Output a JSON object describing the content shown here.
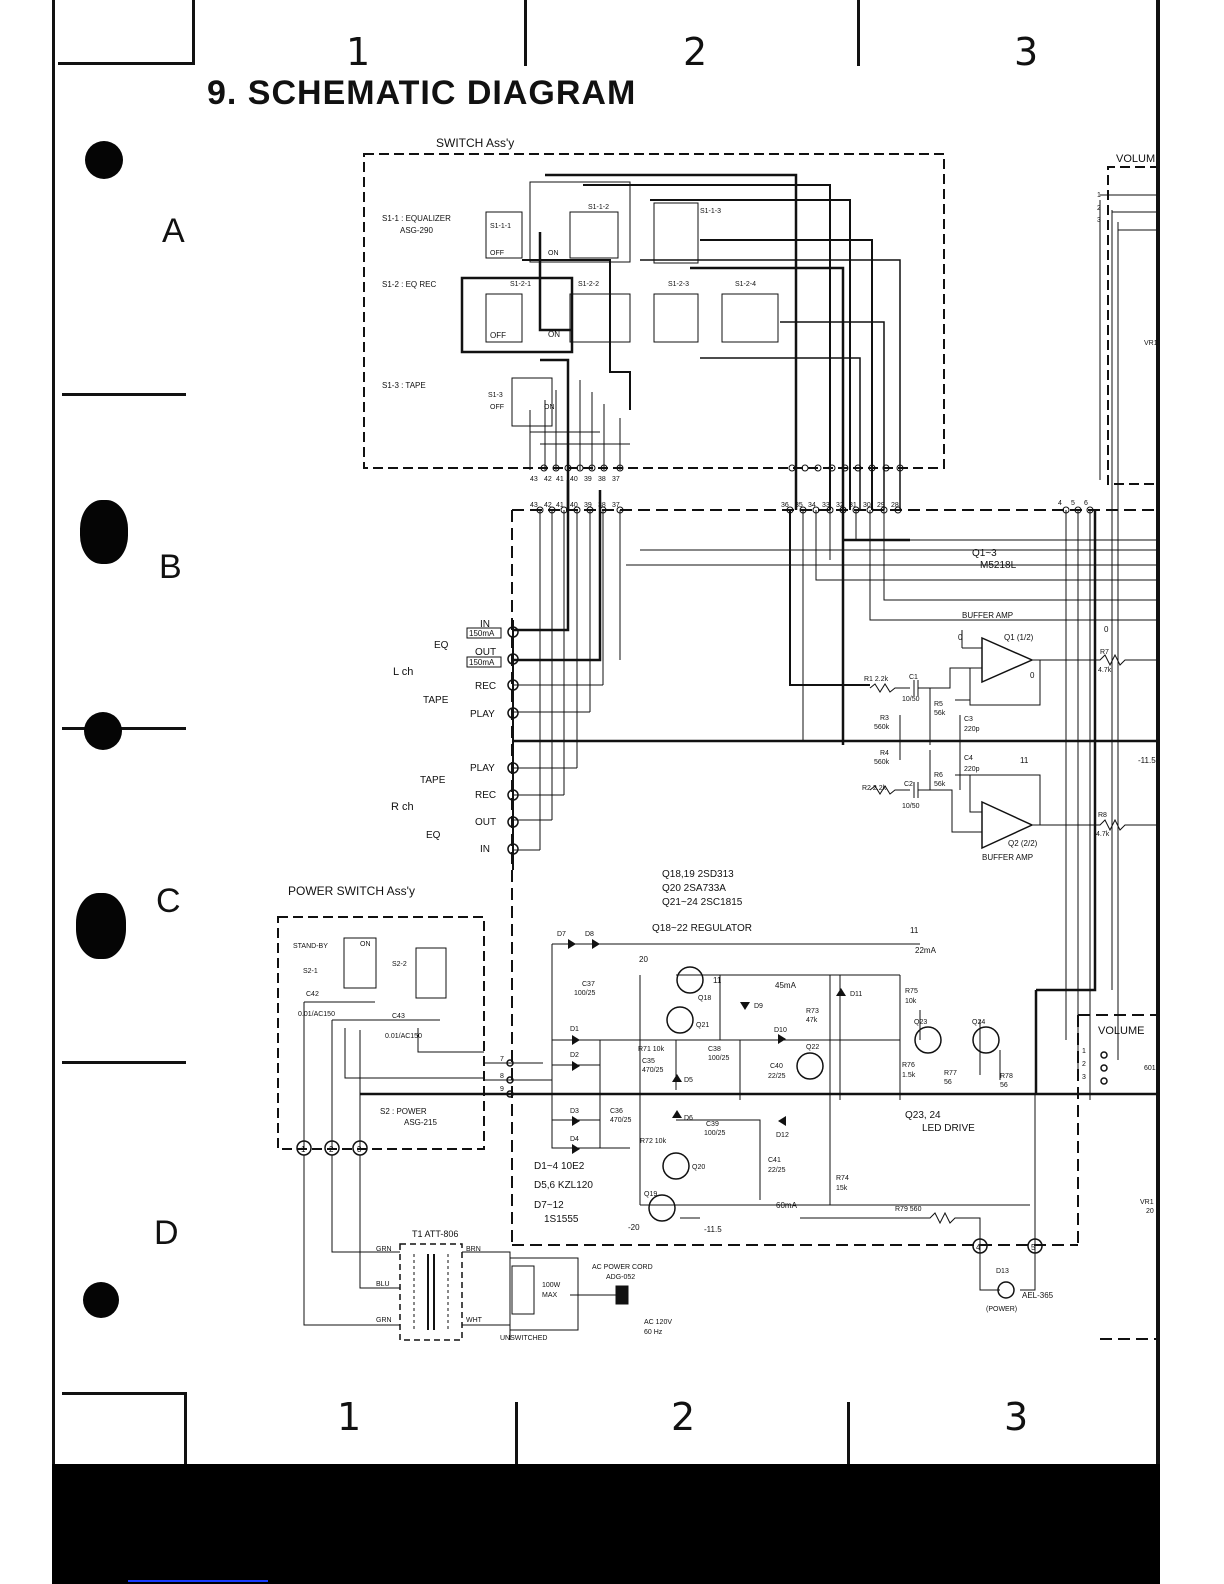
{
  "title": "9. SCHEMATIC DIAGRAM",
  "grid": {
    "columns_top": [
      "1",
      "2",
      "3"
    ],
    "columns_bottom": [
      "1",
      "2",
      "3"
    ],
    "rows": [
      "A",
      "B",
      "C",
      "D"
    ]
  },
  "switch_assy": {
    "label": "SWITCH Ass'y",
    "s1_1": "S1-1 : EQUALIZER",
    "s1_1_part": "ASG-290",
    "s1_2": "S1-2 : EQ REC",
    "s1_3": "S1-3 : TAPE",
    "sub_switches": [
      "S1-1-1",
      "S1-1-2",
      "S1-1-3",
      "S1-2-1",
      "S1-2-2",
      "S1-2-3",
      "S1-2-4",
      "S1-3"
    ],
    "off": "OFF",
    "on": "ON"
  },
  "connector_pins_left": [
    "43",
    "42",
    "41",
    "40",
    "39",
    "38",
    "37"
  ],
  "connector_pins_right": [
    "36",
    "35",
    "34",
    "33",
    "32",
    "31",
    "30",
    "29",
    "28"
  ],
  "connector_pins_far": [
    "4",
    "5",
    "6"
  ],
  "jacks": {
    "lch": "L ch",
    "rch": "R ch",
    "eq": "EQ",
    "tape": "TAPE",
    "in": "IN",
    "out": "OUT",
    "rec": "REC",
    "play": "PLAY",
    "fuse": "150mA"
  },
  "amp": {
    "ic": "Q1~3",
    "ic_part": "M5218L",
    "buffer_amp": "BUFFER AMP",
    "q1": "Q1 (1/2)",
    "q2": "Q2 (2/2)",
    "r1": "R1 2.2k",
    "r2": "R2 2.2k",
    "c1": "C1",
    "c1_val": "10/50",
    "c2": "C2",
    "c2_val": "10/50",
    "r3": "R3",
    "r3_val": "560k",
    "r4": "R4",
    "r4_val": "560k",
    "r5": "R5",
    "r5_val": "56k",
    "r6": "R6",
    "r6_val": "56k",
    "c3": "C3",
    "c3_val": "220p",
    "c4": "C4",
    "c4_val": "220p",
    "r7": "R7",
    "r7_val": "4.7k",
    "r8": "R8",
    "r8_val": "4.7k",
    "node_11": "11",
    "node_0": "0",
    "node_m11": "-11.5"
  },
  "regulator": {
    "q18_19": "Q18,19   2SD313",
    "q20": "Q20        2SA733A",
    "q21_24": "Q21~24  2SC1815",
    "title": "Q18~22   REGULATOR",
    "diodes_1": "D1~4  10E2",
    "diodes_2": "D5,6   KZL120",
    "diodes_3": "D7~12",
    "diodes_3_part": "1S1555",
    "led_drive_1": "Q23, 24",
    "led_drive_2": "LED DRIVE",
    "current_45": "45mA",
    "current_22": "22mA",
    "current_60": "60mA",
    "r71": "R71 10k",
    "r72": "R72 10k",
    "r73": "R73",
    "r73_val": "47k",
    "r74": "R74",
    "r74_val": "15k",
    "r75": "R75",
    "r75_val": "10k",
    "r76": "R76",
    "r76_val": "1.5k",
    "r77": "R77",
    "r77_val": "56",
    "r78": "R78",
    "r78_val": "56",
    "r79": "R79 560",
    "c35": "C35",
    "c35_val": "470/25",
    "c36": "C36",
    "c36_val": "470/25",
    "c37": "C37",
    "c37_val": "100/25",
    "c38": "C38",
    "c38_val": "100/25",
    "c39": "C39",
    "c39_val": "100/25",
    "c40": "C40",
    "c40_val": "22/25",
    "c41": "C41",
    "c41_val": "22/25",
    "node_20": "20",
    "node_m20": "-20",
    "node_m11": "-11.5",
    "node_11": "11"
  },
  "power_switch": {
    "label": "POWER SWITCH Ass'y",
    "standby": "STAND-BY",
    "on": "ON",
    "s2_1": "S2-1",
    "s2_2": "S2-2",
    "c42": "C42",
    "c42_val": "0.01/AC150",
    "c43": "C43",
    "c43_val": "0.01/AC150",
    "s2": "S2 : POWER",
    "s2_part": "ASG-215",
    "nodes": [
      "1",
      "2",
      "3"
    ]
  },
  "transformer": {
    "label": "T1  ATT-806",
    "grn": "GRN",
    "blu": "BLU",
    "brn": "BRN",
    "wht": "WHT",
    "unswitched": "UNSWITCHED",
    "outlet_watts": "100W",
    "outlet_max": "MAX",
    "cord": "AC POWER CORD",
    "cord_part": "ADG-052",
    "mains_v": "AC 120V",
    "mains_f": "60 Hz"
  },
  "led": {
    "label": "D13",
    "part": "AEL-365",
    "power": "(POWER)"
  },
  "volume": {
    "label": "VOLUME",
    "label_top": "VOLUM",
    "vr": "VR1",
    "vr_val": "20",
    "pins": [
      "1",
      "2",
      "3"
    ],
    "node_601": "601"
  },
  "wire_nodes": {
    "n7": "7",
    "n8": "8",
    "n9": "9",
    "n4": "4",
    "n5": "5"
  }
}
